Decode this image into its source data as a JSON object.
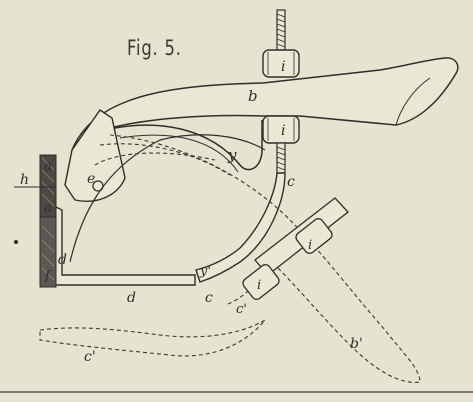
{
  "figure": {
    "title": "Fig. 5.",
    "labels": {
      "a_top": "a",
      "a_mid": "a",
      "b": "b",
      "b_prime": "b'",
      "c": "c",
      "c_lower": "c",
      "c_prime_small": "c'",
      "c_prime": "c'",
      "d_vertical": "d",
      "d_horizontal": "d",
      "e": "e",
      "f": "f",
      "h": "h",
      "i_top": "i",
      "i_lower": "i",
      "i_right": "i",
      "i_mid": "i",
      "y": "y",
      "y_prime": "y'"
    }
  }
}
